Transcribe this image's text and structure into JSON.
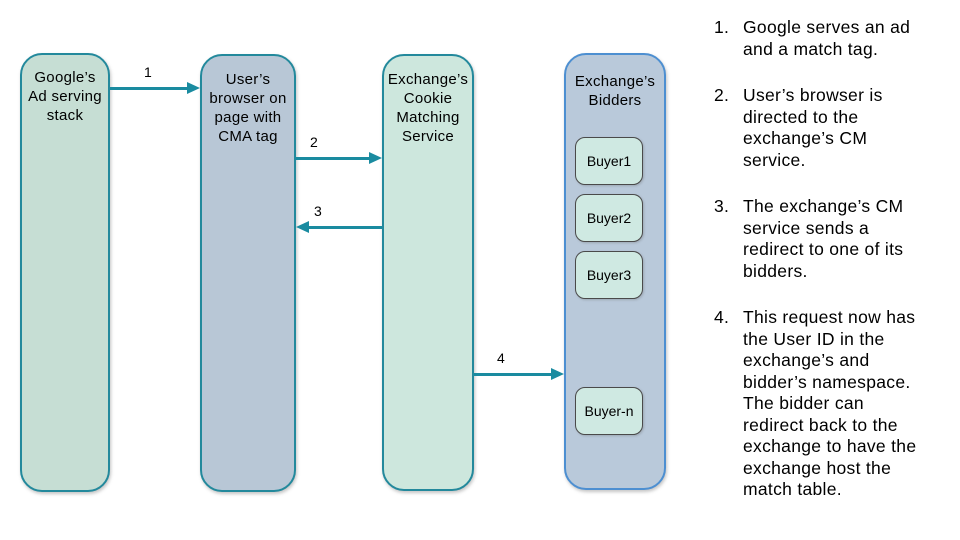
{
  "colors": {
    "teal_border": "#23899c",
    "blue_border": "#4d8fd1",
    "arrow_teal": "#1a8ba0",
    "green_fill": "#c6ded4",
    "green_fill_light": "#cde7dd",
    "bluegray_fill": "#b8c7d6",
    "bluegray_fill_bidders": "#b9c9da",
    "buyer_fill": "#cfe9e2",
    "buyer_border": "#4a4a4a",
    "text": "#000000",
    "background": "#ffffff"
  },
  "diagram": {
    "nodes": [
      {
        "id": "google-ad-stack",
        "label": "Google’s\nAd serving\nstack"
      },
      {
        "id": "user-browser",
        "label": "User’s\nbrowser on\npage with\nCMA tag"
      },
      {
        "id": "cookie-matching-service",
        "label": "Exchange’s\nCookie\nMatching\nService"
      },
      {
        "id": "exchange-bidders",
        "label": "Exchange’s\nBidders"
      }
    ],
    "buyers": [
      "Buyer1",
      "Buyer2",
      "Buyer3",
      "Buyer-n"
    ],
    "arrows": [
      {
        "label": "1",
        "from": "google-ad-stack",
        "to": "user-browser",
        "direction": "right"
      },
      {
        "label": "2",
        "from": "user-browser",
        "to": "cookie-matching-service",
        "direction": "right"
      },
      {
        "label": "3",
        "from": "cookie-matching-service",
        "to": "user-browser",
        "direction": "left"
      },
      {
        "label": "4",
        "from": "cookie-matching-service",
        "to": "exchange-bidders",
        "direction": "right"
      }
    ]
  },
  "steps": [
    {
      "num": "1.",
      "text": "Google serves an ad\nand a match tag."
    },
    {
      "num": "2.",
      "text": "User’s browser is\ndirected to the\nexchange’s CM\nservice."
    },
    {
      "num": "3.",
      "text": "The exchange’s CM\nservice sends a\nredirect to one of its\nbidders."
    },
    {
      "num": "4.",
      "text": "This request now has\nthe User ID in the\nexchange’s and\nbidder’s namespace.\nThe bidder can\nredirect back to the\nexchange to have the\nexchange host the\nmatch table."
    }
  ]
}
